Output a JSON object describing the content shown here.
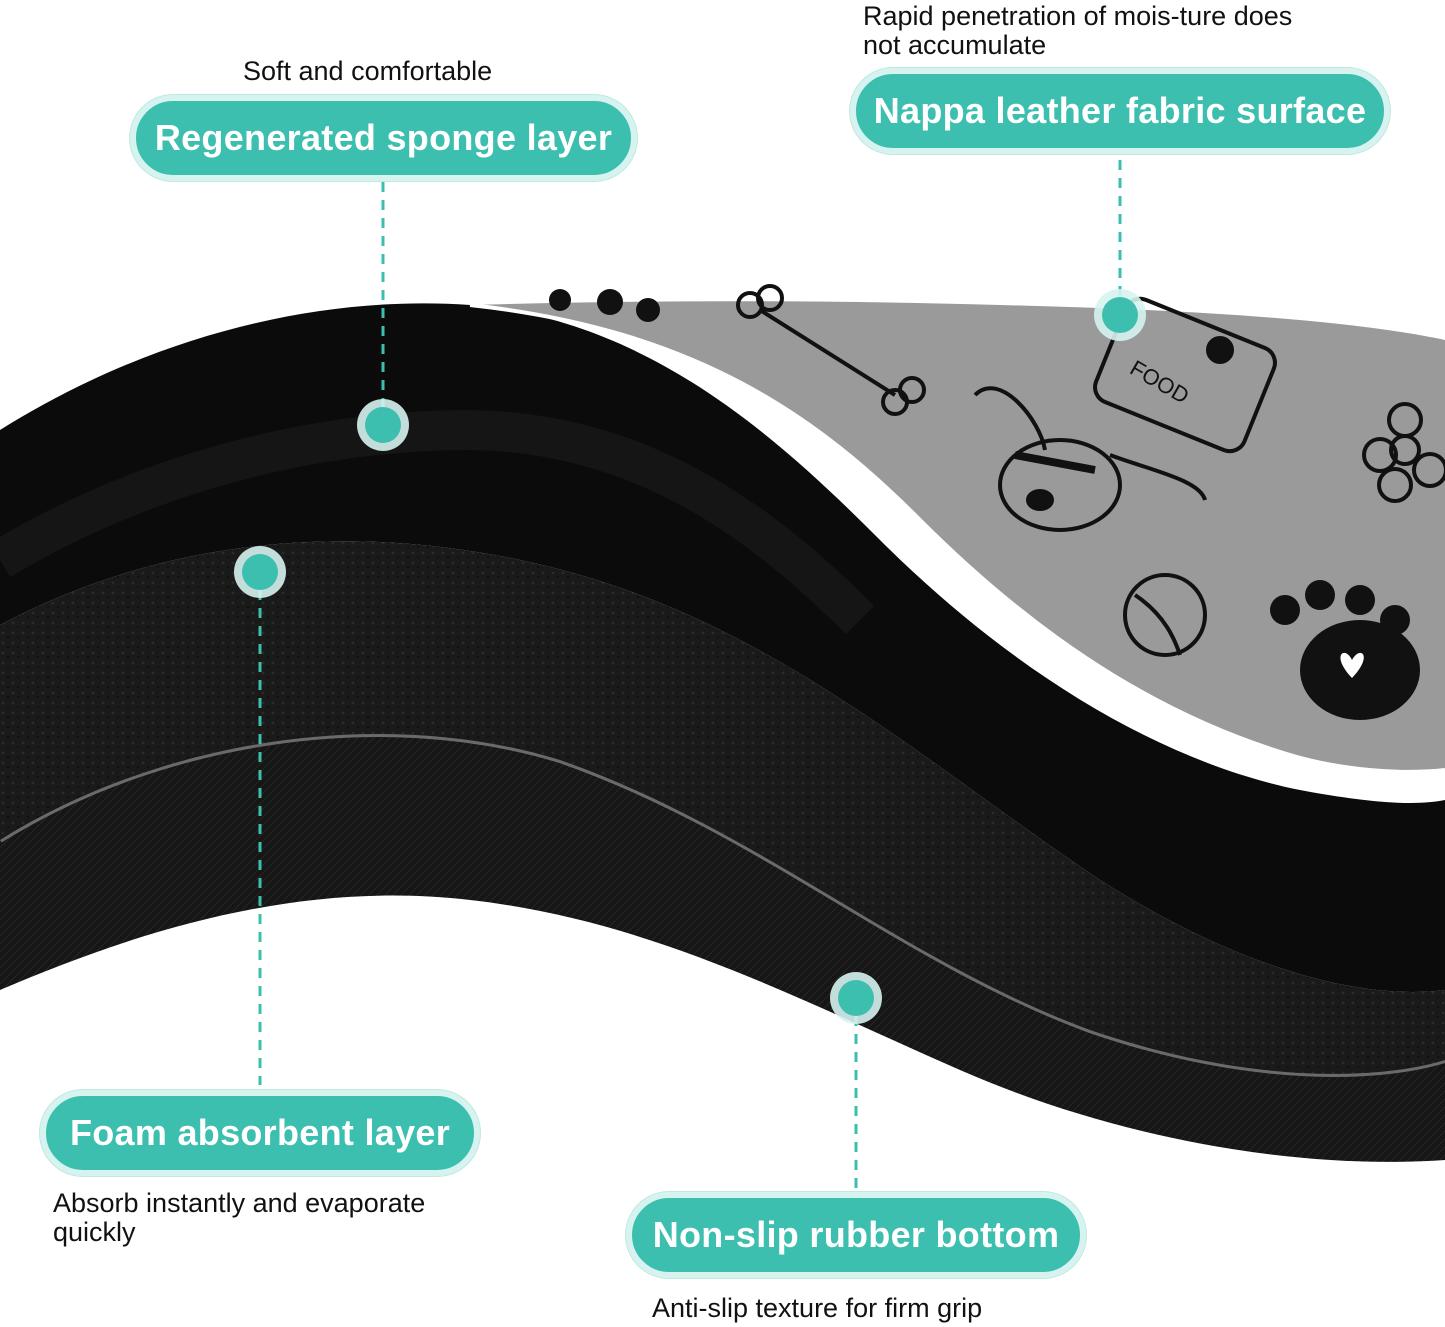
{
  "callouts": [
    {
      "id": "sponge",
      "label": "Regenerated sponge layer",
      "note": "Soft and comfortable"
    },
    {
      "id": "nappa",
      "label": "Nappa leather fabric surface",
      "note_lines": [
        "Rapid penetration of mois-ture does",
        "not accumulate"
      ]
    },
    {
      "id": "foam",
      "label": "Foam absorbent layer",
      "note_lines": [
        "Absorb instantly and evaporate",
        "quickly"
      ]
    },
    {
      "id": "rubber",
      "label": "Non-slip rubber bottom",
      "note": "Anti-slip texture for firm grip"
    }
  ],
  "surface_print_text": "FOOD",
  "colors": {
    "accent": "#3dbfb0",
    "accent_light": "#d6f3ef",
    "mat_black": "#0b0b0b",
    "mat_surface": "#9a9a9a"
  },
  "icons": [
    "paw-print-icon",
    "bone-icon",
    "dog-face-icon",
    "food-bag-icon",
    "flower-icon",
    "ball-icon"
  ]
}
